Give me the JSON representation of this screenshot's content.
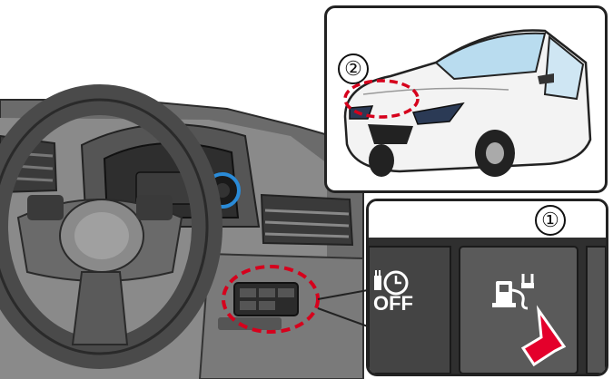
{
  "callouts": {
    "one": "①",
    "two": "②"
  },
  "buttons": {
    "timer_off_label": "OFF",
    "timer_icon": "plug-clock-icon",
    "charge_icon": "charging-station-icon"
  },
  "colors": {
    "highlight_red": "#d6001c",
    "arrow_red": "#e4002b",
    "meter_blue": "#2a8bd8"
  }
}
